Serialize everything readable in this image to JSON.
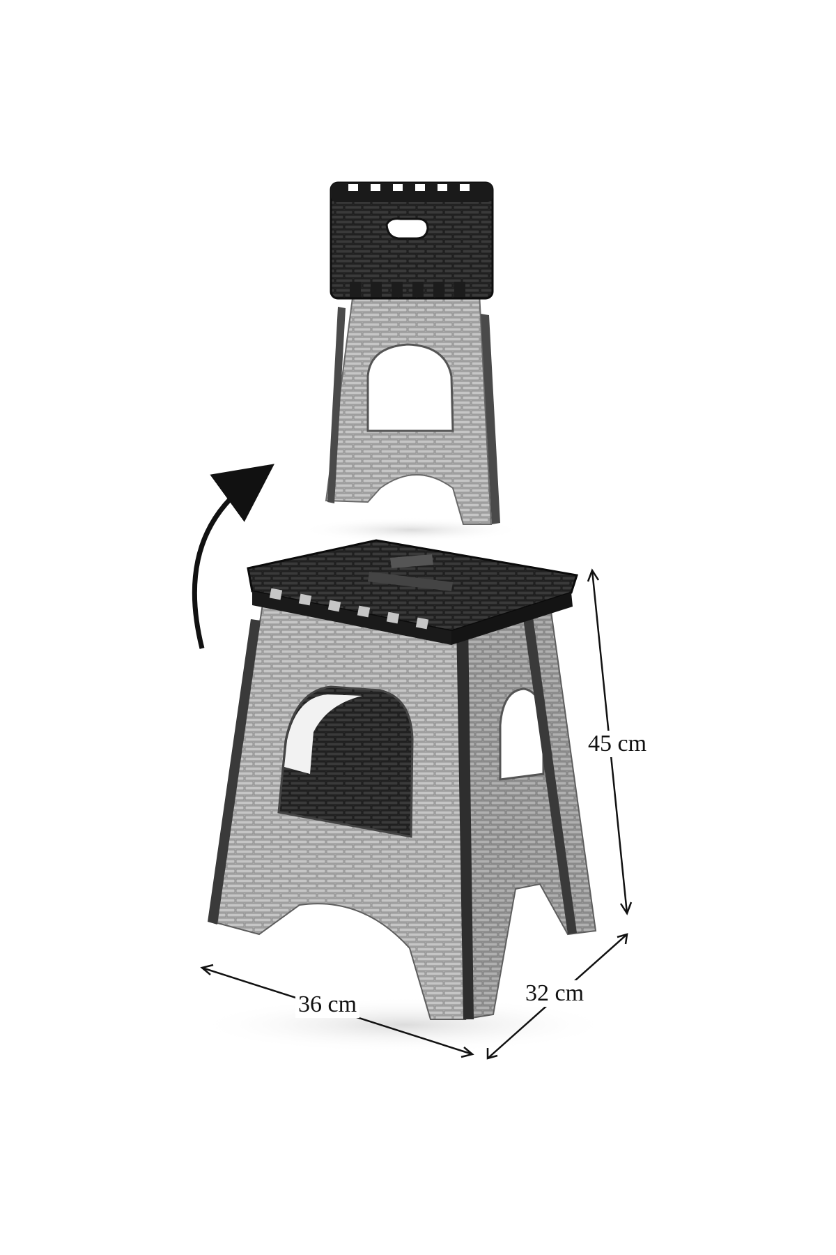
{
  "dimensions": {
    "height_label": "45 cm",
    "width_label": "36 cm",
    "depth_label": "32 cm"
  },
  "colors": {
    "body_gray": "#a9a9a9",
    "body_light": "#c4c4c4",
    "seat_black": "#1c1c1c",
    "shadow": "#e6e6e6"
  }
}
